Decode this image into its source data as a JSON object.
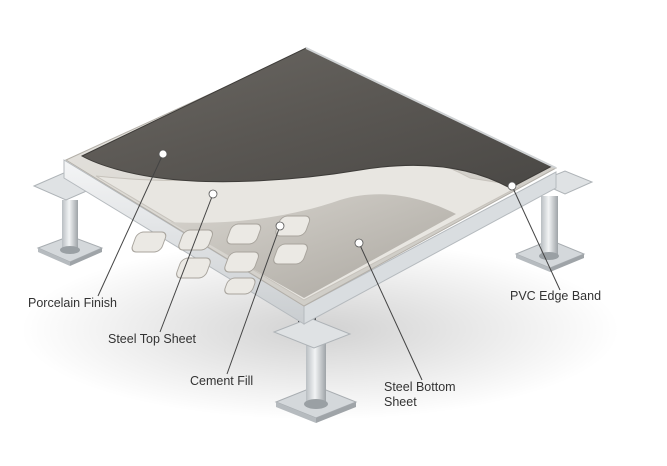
{
  "diagram": {
    "callouts": [
      {
        "id": "porcelain-finish",
        "label": "Porcelain Finish"
      },
      {
        "id": "steel-top-sheet",
        "label": "Steel Top Sheet"
      },
      {
        "id": "cement-fill",
        "label": "Cement Fill"
      },
      {
        "id": "steel-bottom-sheet",
        "label": "Steel Bottom\nSheet"
      },
      {
        "id": "pvc-edge-band",
        "label": "PVC Edge Band"
      }
    ],
    "colors": {
      "porcelain": "#5a5753",
      "steel_top": "#d9d7d2",
      "cement": "#e6e4df",
      "steel_bottom": "#c9c6c0",
      "edge": "#e9ebec",
      "pedestal": "#cfd3d6",
      "leader": "#444444"
    }
  }
}
